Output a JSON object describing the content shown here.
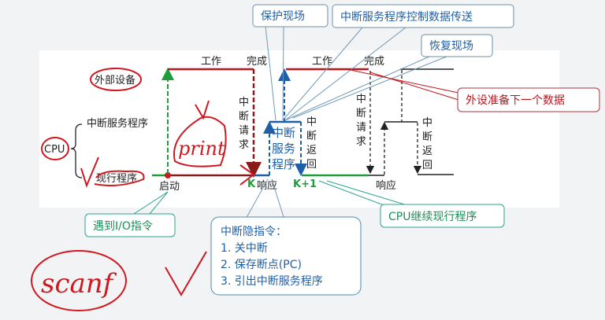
{
  "diagram": {
    "device_label": "外部设备",
    "isr_label": "中断服务程序",
    "cpu_label": "CPU",
    "current_program_label": "现行程序",
    "work_label_1": "工作",
    "done_label_1": "完成",
    "work_label_2": "工作",
    "done_label_2": "完成",
    "interrupt_request_1": [
      "中",
      "断",
      "请",
      "求"
    ],
    "interrupt_request_2": [
      "中",
      "断",
      "请",
      "求"
    ],
    "isr_block": [
      "中断",
      "服务",
      "程序"
    ],
    "interrupt_return_1": [
      "中",
      "断",
      "返",
      "回"
    ],
    "interrupt_return_2": [
      "中",
      "断",
      "返",
      "回"
    ],
    "start_label": "启动",
    "k_label": "K",
    "response_label_1": "响应",
    "k1_label": "K+1",
    "response_label_2": "响应"
  },
  "callouts": {
    "save_context": "保护现场",
    "isr_data_transfer": "中断服务程序控制数据传送",
    "restore_context": "恢复现场",
    "device_prepare_next": "外设准备下一个数据",
    "cpu_continue": "CPU继续现行程序",
    "io_instruction": "遇到I/O指令",
    "implicit_instruction": {
      "title": "中断隐指令：",
      "items": [
        "1. 关中断",
        "2. 保存断点(PC)",
        "3. 引出中断服务程序"
      ]
    }
  },
  "annotations": {
    "handwritten_1": "print",
    "handwritten_2": "scanf"
  },
  "colors": {
    "red": "#c0141c",
    "darkred": "#8b1a1a",
    "green": "#1e9e3a",
    "blue": "#1f5fa8",
    "callout_border": "#6e8fa8",
    "ink": "#d01820"
  }
}
